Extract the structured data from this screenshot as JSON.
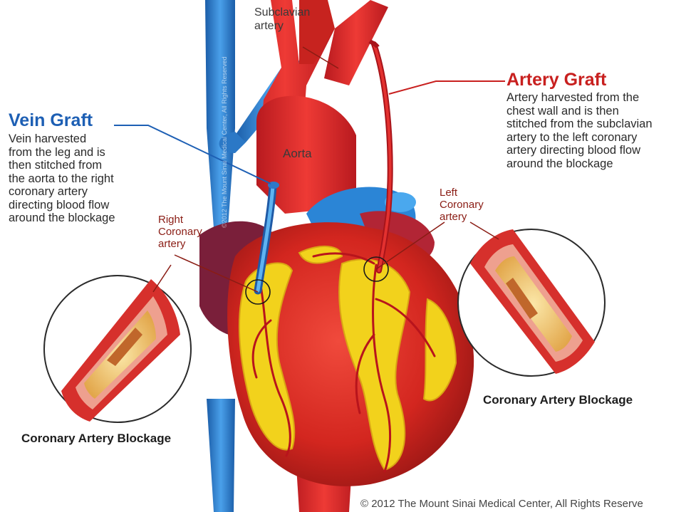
{
  "labels": {
    "subclavian": "Subclavian\nartery",
    "aorta": "Aorta",
    "right_coronary": "Right\nCoronary\nartery",
    "left_coronary": "Left\nCoronary\nartery"
  },
  "vein_graft": {
    "title": "Vein Graft",
    "description": "Vein harvested\nfrom the leg and is\nthen stitched from\nthe aorta to the right\ncoronary artery\ndirecting blood flow\naround the blockage"
  },
  "artery_graft": {
    "title": "Artery Graft",
    "description": "Artery harvested from the\nchest wall and is then\nstitched from the subclavian\nartery to the left coronary\nartery directing blood flow\naround the blockage"
  },
  "captions": {
    "left_blockage": "Coronary Artery Blockage",
    "right_blockage": "Coronary Artery Blockage"
  },
  "watermark": "©2012 The Mount Sinai Medical Center, All Rights Reserved",
  "copyright": "© 2012 The Mount Sinai Medical Center, All Rights Reserve",
  "colors": {
    "vein_blue": "#2f7fd1",
    "graft_title_blue": "#1d5fb4",
    "artery_red": "#d8202a",
    "graft_title_red": "#c8201f",
    "fat_yellow": "#f2d21c"
  }
}
